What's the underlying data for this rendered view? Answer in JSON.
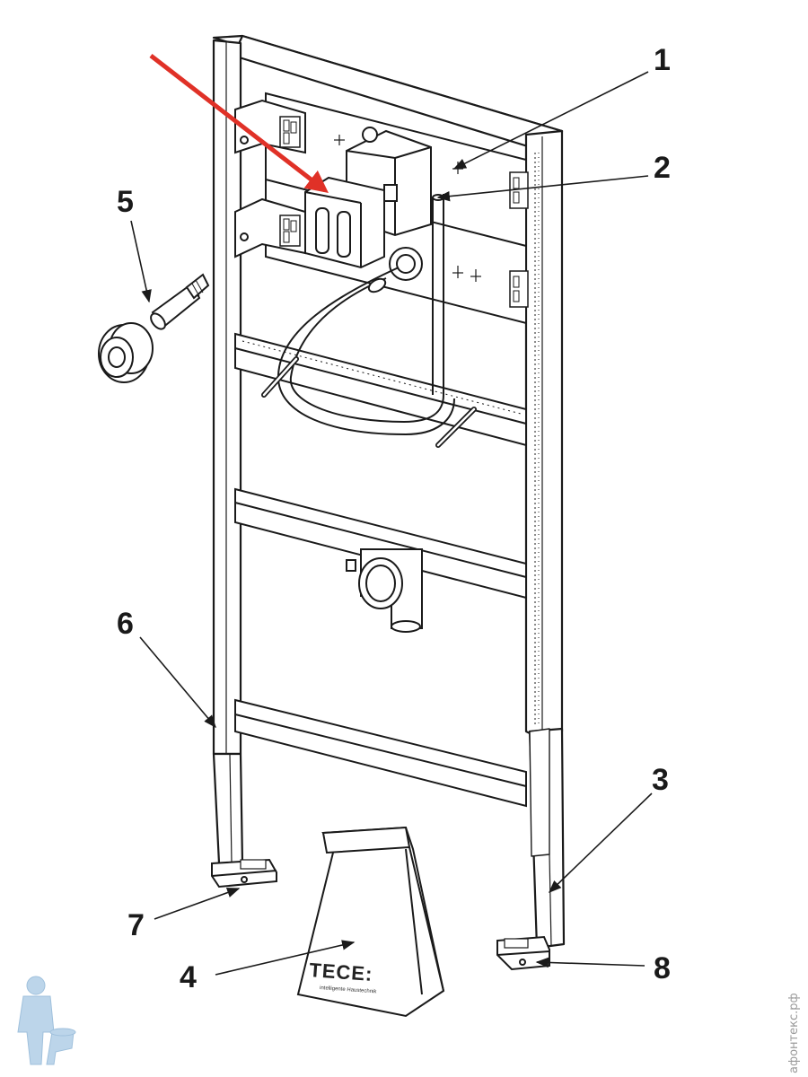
{
  "callouts": [
    {
      "id": "1",
      "label": "1"
    },
    {
      "id": "2",
      "label": "2"
    },
    {
      "id": "3",
      "label": "3"
    },
    {
      "id": "4",
      "label": "4"
    },
    {
      "id": "5",
      "label": "5"
    },
    {
      "id": "6",
      "label": "6"
    },
    {
      "id": "7",
      "label": "7"
    },
    {
      "id": "8",
      "label": "8"
    }
  ],
  "bag": {
    "brand": "TECE:",
    "tagline": "intelligente Haustechnik"
  },
  "watermark": {
    "text": "афонтекс.рф"
  },
  "colors": {
    "line": "#1a1a1a",
    "highlight_arrow": "#e03127",
    "mascot": "#bcd5ea",
    "bg": "#ffffff"
  }
}
